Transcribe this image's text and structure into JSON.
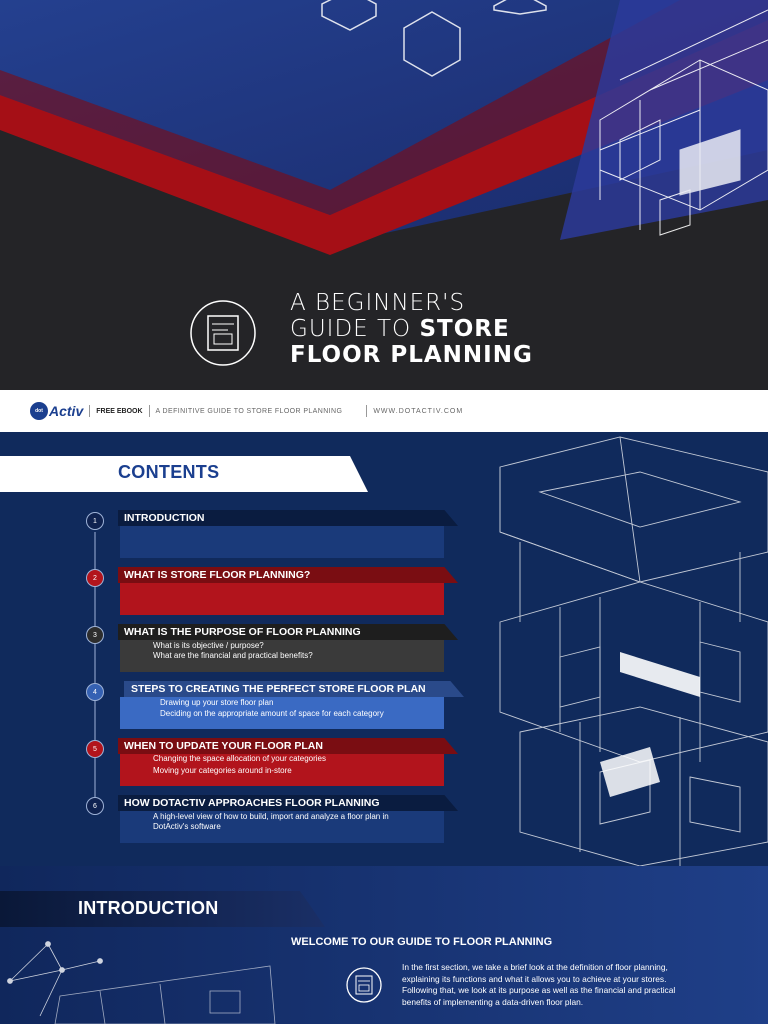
{
  "hero": {
    "title_line1": "A BEGINNER'S",
    "title_line2_light": "GUIDE TO ",
    "title_line2_bold": "STORE",
    "title_line3": "FLOOR PLANNING",
    "icon": "floor-plan-icon"
  },
  "strip": {
    "logo_badge": "dot",
    "logo_name": "Activ",
    "free_label": "FREE EBOOK",
    "tagline": "A DEFINITIVE GUIDE TO STORE FLOOR PLANNING",
    "website": "WWW.DOTACTIV.COM"
  },
  "contents": {
    "title": "CONTENTS",
    "items": [
      {
        "num": "1",
        "title": "INTRODUCTION",
        "subs": []
      },
      {
        "num": "2",
        "title": "WHAT IS STORE FLOOR PLANNING?",
        "subs": []
      },
      {
        "num": "3",
        "title": "WHAT IS THE PURPOSE OF FLOOR PLANNING",
        "subs": [
          "What is its objective / purpose?",
          "What are the financial and practical benefits?"
        ]
      },
      {
        "num": "4",
        "title": "STEPS TO CREATING THE PERFECT STORE FLOOR PLAN",
        "subs": [
          "Drawing up your store floor plan",
          "Deciding on the appropriate amount of space for each category"
        ]
      },
      {
        "num": "5",
        "title": "WHEN TO UPDATE YOUR FLOOR PLAN",
        "subs": [
          "Changing the space allocation of your categories",
          "Moving your categories around in-store"
        ]
      },
      {
        "num": "6",
        "title": "HOW DOTACTIV APPROACHES FLOOR PLANNING",
        "subs": [
          "A high-level view of how to build, import and analyze a floor plan in",
          "DotActiv's software"
        ]
      }
    ]
  },
  "intro": {
    "title": "INTRODUCTION",
    "welcome": "WELCOME TO OUR GUIDE TO FLOOR PLANNING",
    "lines": [
      "In the first section, we take a brief look at the definition of floor planning,",
      "explaining its functions and what it allows you to achieve at your stores.",
      "Following that, we look at its purpose as well as the financial and practical",
      "benefits of implementing a data-driven floor plan."
    ],
    "icon": "floor-plan-icon"
  },
  "colors": {
    "brand_blue": "#1b3f8f",
    "brand_red": "#b2141c",
    "navy": "#102a5c",
    "charcoal": "#242427"
  }
}
